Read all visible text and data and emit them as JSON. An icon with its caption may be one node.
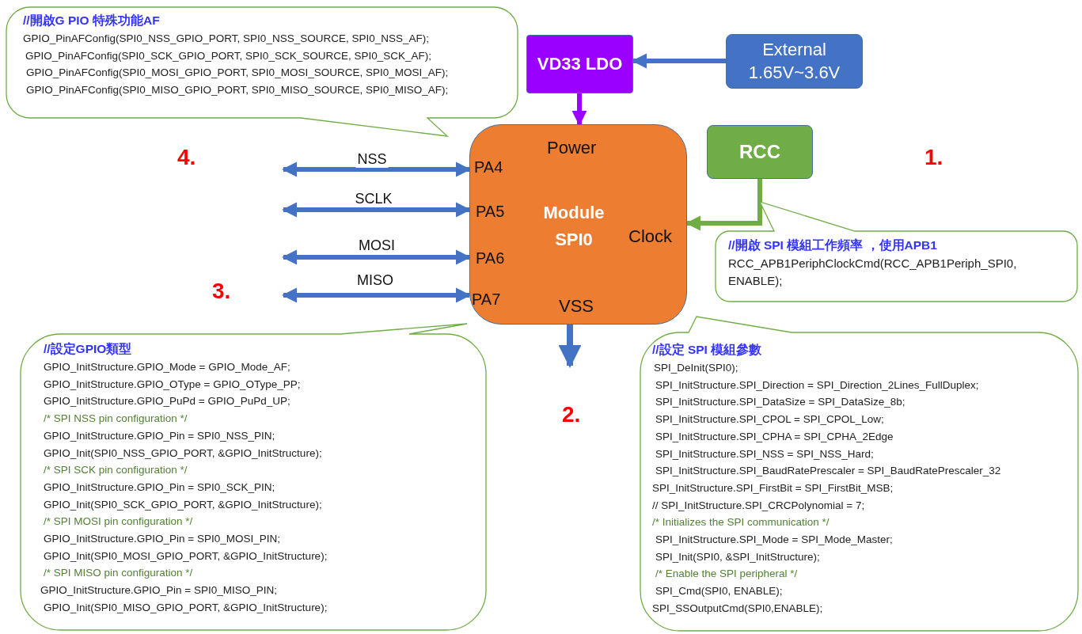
{
  "diagram": {
    "nodes": [
      {
        "text": [
          "VD33 LDO"
        ]
      },
      {
        "text": [
          "External 1.65V~3.6V"
        ]
      },
      {
        "text": [
          "Power",
          "PA4",
          "PA5",
          "Module SPI0",
          "Clock",
          "PA6",
          "PA7",
          "VSS"
        ]
      },
      {
        "text": [
          "RCC"
        ]
      },
      {
        "beside": [
          "4."
        ],
        "text": [
          "//開啟G PIO 特殊功能AF",
          "GPIO_PinAFConfig(SPI0_NSS_GPIO_PORT, SPI0_NSS_SOURCE, SPI0_NSS_AF);",
          "GPIO_PinAFConfig(SPI0_SCK_GPIO_PORT, SPI0_SCK_SOURCE, SPI0_SCK_AF);",
          "GPIO_PinAFConfig(SPI0_MOSI_GPIO_PORT, SPI0_MOSI_SOURCE, SPI0_MOSI_AF);",
          "GPIO_PinAFConfig(SPI0_MISO_GPIO_PORT, SPI0_MISO_SOURCE, SPI0_MISO_AF);"
        ]
      },
      {
        "beside": [
          "1."
        ],
        "text": [
          "//開啟 SPI 模組工作頻率 ，使用APB1",
          "RCC_APB1PeriphClockCmd(RCC_APB1Periph_SPI0, ENABLE);"
        ]
      },
      {
        "beside": [
          "3."
        ],
        "text": [
          "//設定GPIO類型",
          "GPIO_InitStructure.GPIO_Mode = GPIO_Mode_AF;",
          "GPIO_InitStructure.GPIO_OType = GPIO_OType_PP;",
          "GPIO_InitStructure.GPIO_PuPd = GPIO_PuPd_UP;",
          "/* SPI NSS pin configuration */",
          "GPIO_InitStructure.GPIO_Pin = SPI0_NSS_PIN;",
          "GPIO_Init(SPI0_NSS_GPIO_PORT, &GPIO_InitStructure);",
          "/* SPI SCK pin configuration */",
          "GPIO_InitStructure.GPIO_Pin = SPI0_SCK_PIN;",
          "GPIO_Init(SPI0_SCK_GPIO_PORT, &GPIO_InitStructure);",
          "/* SPI MOSI pin configuration */",
          "GPIO_InitStructure.GPIO_Pin = SPI0_MOSI_PIN;",
          "GPIO_Init(SPI0_MOSI_GPIO_PORT, &GPIO_InitStructure);",
          "/* SPI MISO pin configuration */",
          "GPIO_InitStructure.GPIO_Pin = SPI0_MISO_PIN;",
          "GPIO_Init(SPI0_MISO_GPIO_PORT, &GPIO_InitStructure);"
        ]
      },
      {
        "beside": [
          "2."
        ],
        "text": [
          "//設定 SPI 模組參數",
          "SPI_DeInit(SPI0);",
          "SPI_InitStructure.SPI_Direction = SPI_Direction_2Lines_FullDuplex;",
          "SPI_InitStructure.SPI_DataSize = SPI_DataSize_8b;",
          "SPI_InitStructure.SPI_CPOL = SPI_CPOL_Low;",
          "SPI_InitStructure.SPI_CPHA = SPI_CPHA_2Edge",
          "SPI_InitStructure.SPI_NSS = SPI_NSS_Hard;",
          "SPI_InitStructure.SPI_BaudRatePrescaler = SPI_BaudRatePrescaler_32",
          "SPI_InitStructure.SPI_FirstBit = SPI_FirstBit_MSB;",
          "// SPI_InitStructure.SPI_CRCPolynomial = 7;",
          "/* Initializes the SPI communication */",
          "SPI_InitStructure.SPI_Mode = SPI_Mode_Master;",
          "SPI_Init(SPI0, &SPI_InitStructure);",
          "/* Enable the SPI peripheral */",
          "SPI_Cmd(SPI0, ENABLE);",
          "SPI_SSOutputCmd(SPI0,ENABLE);"
        ]
      }
    ],
    "edges": [
      {
        "from": 1,
        "to": 0,
        "arrow": "to"
      },
      {
        "from": 0,
        "to": 2,
        "arrow": "to",
        "color": "#9900ff"
      },
      {
        "from": 3,
        "to": 2,
        "arrow": "to",
        "color": "#70ad47"
      },
      {
        "from": null,
        "to": 2,
        "arrow": "both",
        "label": "NSS"
      },
      {
        "from": null,
        "to": 2,
        "arrow": "both",
        "label": "SCLK"
      },
      {
        "from": null,
        "to": 2,
        "arrow": "both",
        "label": "MOSI"
      },
      {
        "from": null,
        "to": 2,
        "arrow": "both",
        "label": "MISO"
      },
      {
        "from": 2,
        "to": null,
        "arrow": "to"
      }
    ]
  }
}
